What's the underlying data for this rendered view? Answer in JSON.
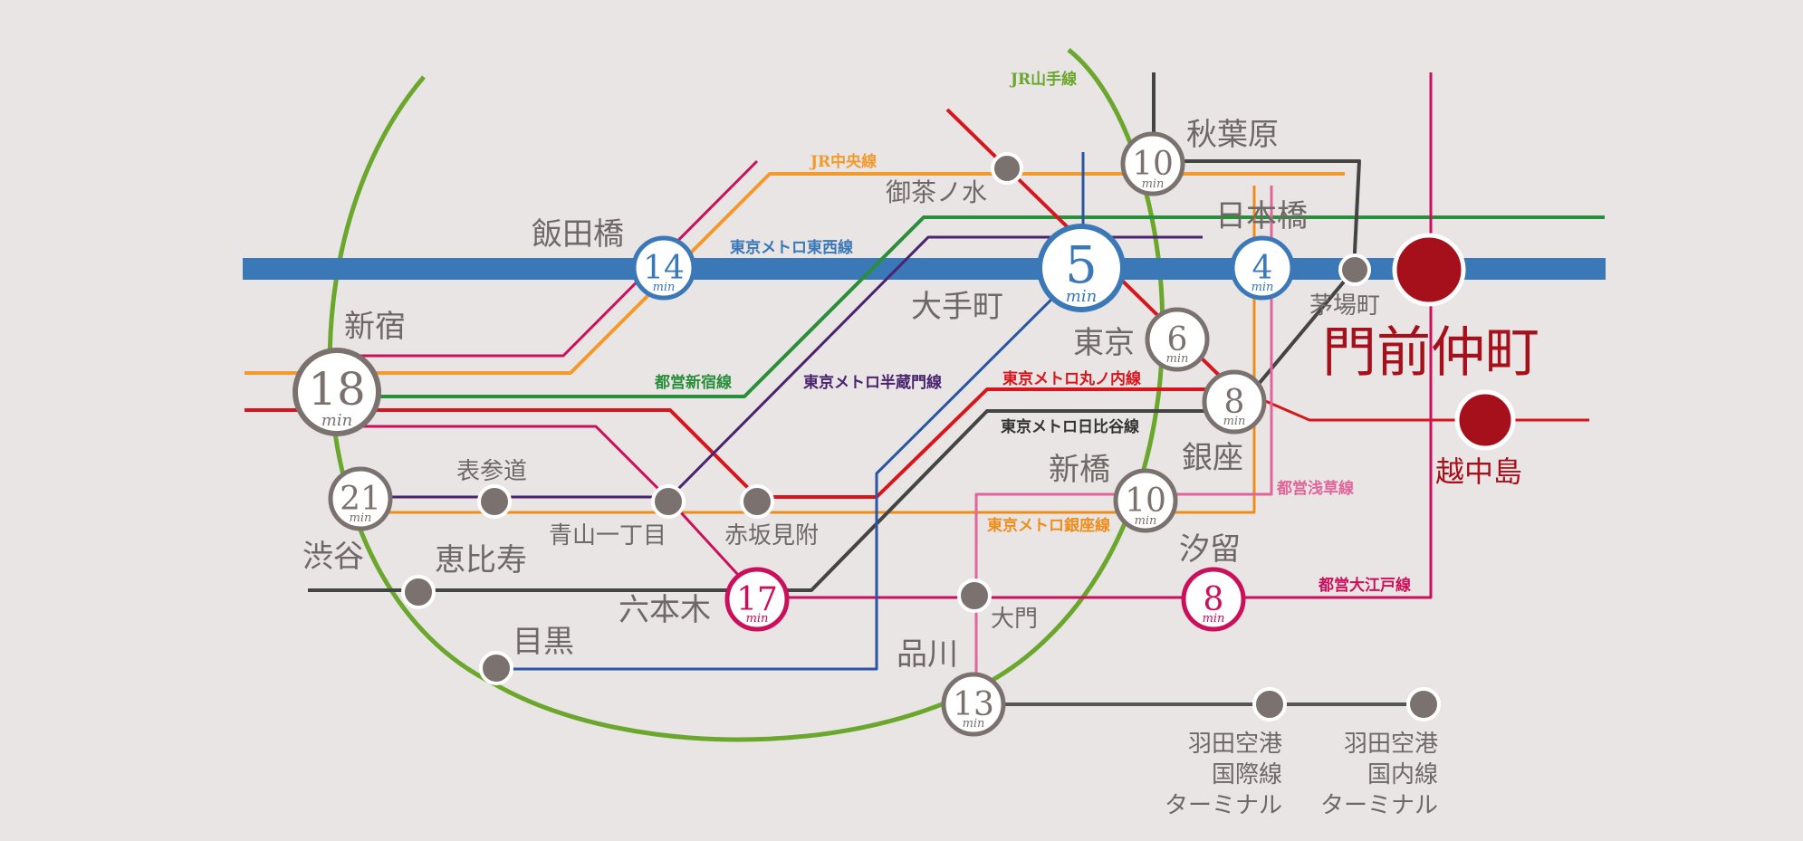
{
  "colors": {
    "background": "#e8e5e4",
    "yamanote": "#6aa72c",
    "chuo": "#f29a2e",
    "tozai": "#3a78b7",
    "shinjuku": "#2a8f3b",
    "hanzomon": "#4a236e",
    "marunouchi": "#d7151c",
    "hibiya": "#444444",
    "ginza": "#f08d1a",
    "asakusa": "#e0659a",
    "oedo": "#cc0f5b",
    "chiyoda": "#2a55a0",
    "grey_line": "#555555",
    "station_grey": "#7b7270",
    "target": "#a6101b"
  },
  "lines": {
    "yamanote": "JR山手線",
    "chuo": "JR中央線",
    "tozai": "東京メトロ東西線",
    "shinjuku": "都営新宿線",
    "hanzomon": "東京メトロ半蔵門線",
    "marunouchi": "東京メトロ丸ノ内線",
    "hibiya": "東京メトロ日比谷線",
    "ginza": "東京メトロ銀座線",
    "asakusa": "都営浅草線",
    "oedo": "都営大江戸線"
  },
  "stations": {
    "akihabara": "秋葉原",
    "ochanomizu": "御茶ノ水",
    "iidabashi": "飯田橋",
    "nihonbashi": "日本橋",
    "otemachi": "大手町",
    "kayabacho": "茅場町",
    "monzen_nakacho": "門前仲町",
    "shinjuku": "新宿",
    "tokyo": "東京",
    "ginza": "銀座",
    "etchujima": "越中島",
    "omotesando": "表参道",
    "shimbashi": "新橋",
    "aoyama_itchome": "青山一丁目",
    "akasaka_mitsuke": "赤坂見附",
    "shibuya": "渋谷",
    "ebisu": "恵比寿",
    "shiodome": "汐留",
    "roppongi": "六本木",
    "daimon": "大門",
    "meguro": "目黒",
    "shinagawa": "品川",
    "haneda_intl_1": "羽田空港",
    "haneda_intl_2": "国際線",
    "haneda_intl_3": "ターミナル",
    "haneda_dom_1": "羽田空港",
    "haneda_dom_2": "国内線",
    "haneda_dom_3": "ターミナル"
  },
  "times": {
    "unit": "min",
    "akihabara": "10",
    "iidabashi": "14",
    "otemachi": "5",
    "nihonbashi": "4",
    "tokyo": "6",
    "shinjuku": "18",
    "ginza": "8",
    "shibuya": "21",
    "shimbashi": "10",
    "roppongi": "17",
    "shiodome": "8",
    "shinagawa": "13"
  }
}
